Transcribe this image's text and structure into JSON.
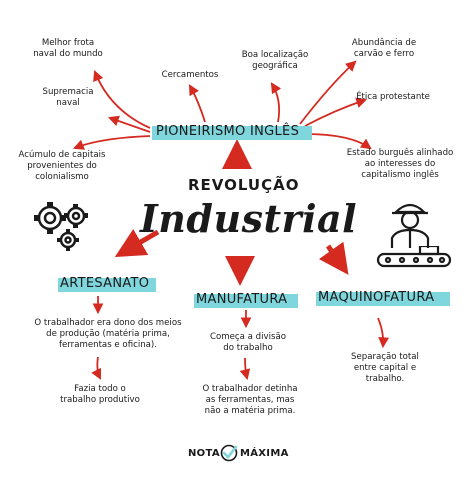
{
  "title": {
    "line1": "REVOLUÇÃO",
    "line2": "Industrial"
  },
  "center": {
    "label": "PIONEIRISMO INGLÊS"
  },
  "causes": [
    {
      "text": "Melhor frota\nnaval do mundo"
    },
    {
      "text": "Cercamentos"
    },
    {
      "text": "Boa localização\ngeográfica"
    },
    {
      "text": "Abundância de\ncarvão e ferro"
    },
    {
      "text": "Supremacia\nnaval"
    },
    {
      "text": "Ética protestante"
    },
    {
      "text": "Acúmulo de capitais\nprovenientes do\ncolonialismo"
    },
    {
      "text": "Estado burguês alinhado\nao interesses do\ncapitalismo inglês"
    }
  ],
  "stages": [
    {
      "label": "ARTESANATO",
      "notes": [
        "O trabalhador era dono dos meios\nde produção (matéria prima,\nferramentas e oficina).",
        "Fazia todo o\ntrabalho produtivo"
      ]
    },
    {
      "label": "MANUFATURA",
      "notes": [
        "Começa a divisão\ndo trabalho",
        "O trabalhador detinha\nas ferramentas, mas\nnão a matéria prima."
      ]
    },
    {
      "label": "MAQUINOFATURA",
      "notes": [
        "Separação total\nentre capital e\ntrabalho."
      ]
    }
  ],
  "logo": {
    "left": "NOTA",
    "right": "MÁXIMA"
  },
  "icons": [
    "gears-icon",
    "worker-icon",
    "conveyor-icon",
    "check-icon"
  ],
  "colors": {
    "accent": "#d42a20",
    "highlight": "#7fd6dc",
    "text": "#1a1a1a"
  }
}
